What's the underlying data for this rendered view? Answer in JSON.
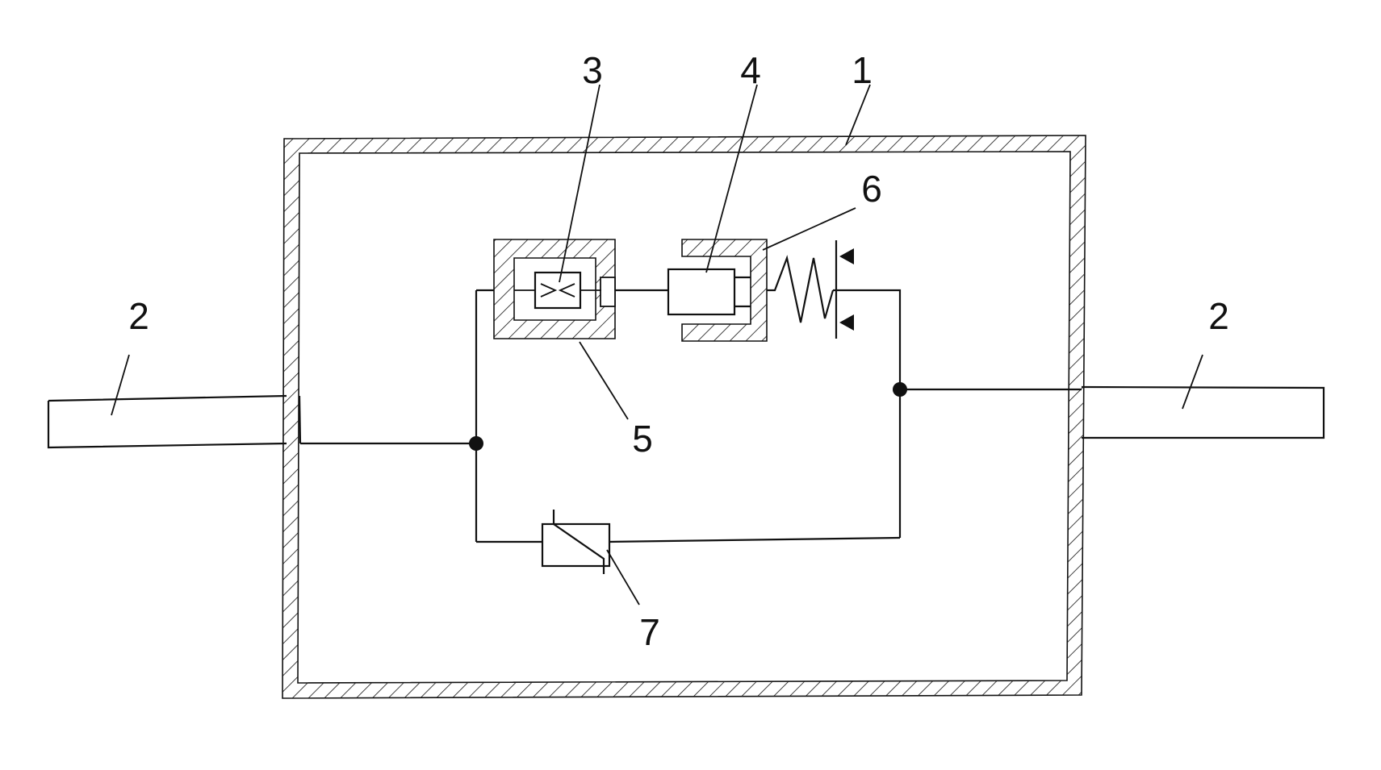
{
  "labels": {
    "housing": "1",
    "terminal_left": "2",
    "terminal_right": "2",
    "component_3": "3",
    "component_4": "4",
    "component_5": "5",
    "component_6": "6",
    "component_7": "7"
  },
  "colors": {
    "ink": "#111111",
    "background": "#ffffff"
  }
}
